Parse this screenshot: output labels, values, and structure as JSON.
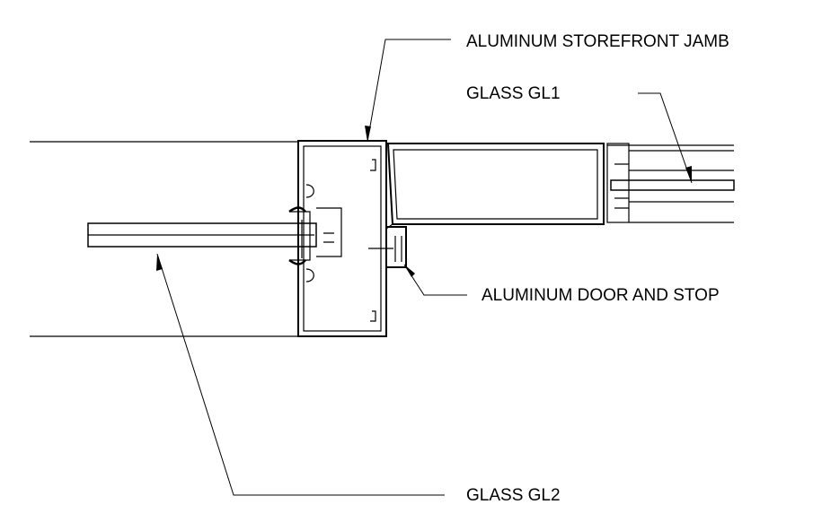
{
  "callouts": {
    "storefront_jamb": "ALUMINUM STOREFRONT JAMB",
    "glass_gl1": "GLASS GL1",
    "door_and_stop": "ALUMINUM DOOR AND STOP",
    "glass_gl2": "GLASS GL2"
  },
  "colors": {
    "line": "#000000",
    "background": "#ffffff"
  }
}
